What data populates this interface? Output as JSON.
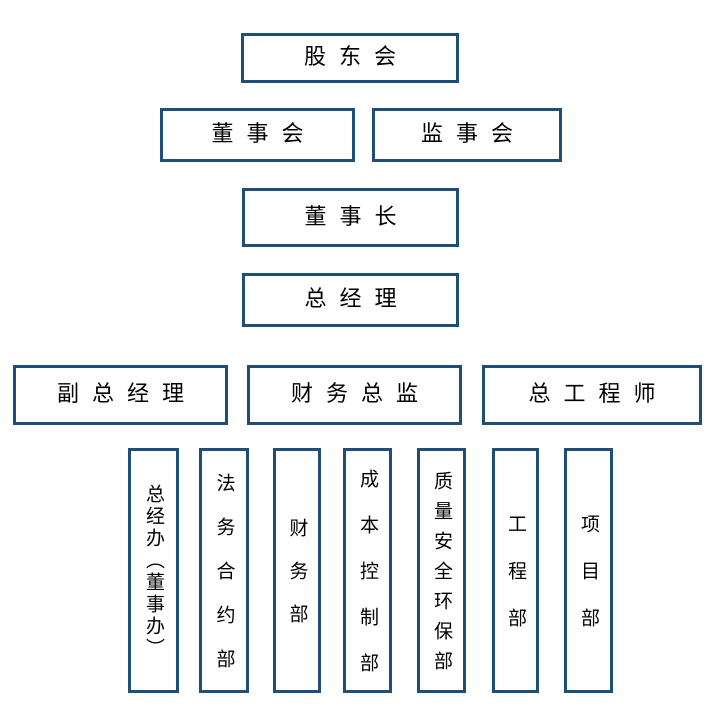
{
  "diagram": {
    "type": "org-chart",
    "colors": {
      "box_border": "#1F4E79",
      "box_fill": "#FFFFFF",
      "text": "#000000",
      "page_background": "#FFFFFF"
    },
    "rows": {
      "row1": {
        "label": "股东会"
      },
      "row2": [
        {
          "label": "董事会"
        },
        {
          "label": "监事会"
        }
      ],
      "row3": {
        "label": "董事长"
      },
      "row4": {
        "label": "总经理"
      },
      "row5": [
        {
          "label": "副总经理"
        },
        {
          "label": "财务总监"
        },
        {
          "label": "总工程师"
        }
      ],
      "departments": [
        {
          "label": "总经办（董事办）"
        },
        {
          "label": "法务合约部"
        },
        {
          "label": "财务部"
        },
        {
          "label": "成本控制部"
        },
        {
          "label": "质量安全环保部"
        },
        {
          "label": "工程部"
        },
        {
          "label": "项目部"
        }
      ]
    }
  }
}
